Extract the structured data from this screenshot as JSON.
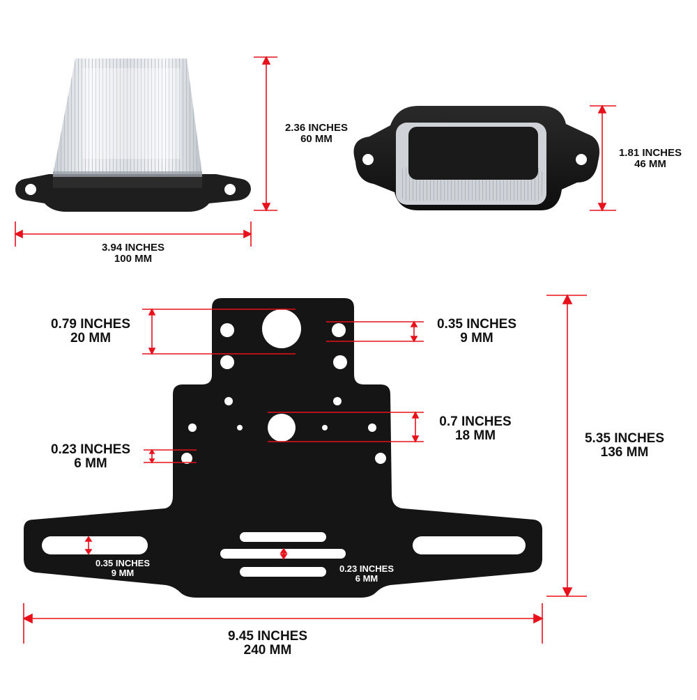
{
  "colors": {
    "dimension_line": "#e8101b",
    "plate": "#151515",
    "lamp_base": "#1c1c1c",
    "lens": "#e9ecef",
    "background": "#ffffff"
  },
  "lamp_front": {
    "width_label": {
      "inches": "3.94 INCHES",
      "mm": "100 MM"
    },
    "height_label": {
      "inches": "2.36 INCHES",
      "mm": "60 MM"
    }
  },
  "lamp_top": {
    "height_label": {
      "inches": "1.81 INCHES",
      "mm": "46 MM"
    }
  },
  "bracket": {
    "top_hole_spacing": {
      "inches": "0.79 INCHES",
      "mm": "20 MM"
    },
    "right_hole_spacing": {
      "inches": "0.35 INCHES",
      "mm": "9 MM"
    },
    "center_hole": {
      "inches": "0.7 INCHES",
      "mm": "18 MM"
    },
    "small_hole": {
      "inches": "0.23 INCHES",
      "mm": "6 MM"
    },
    "slot_left": {
      "inches": "0.35 INCHES",
      "mm": "9 MM"
    },
    "slot_center": {
      "inches": "0.23 INCHES",
      "mm": "6 MM"
    },
    "overall_height": {
      "inches": "5.35 INCHES",
      "mm": "136 MM"
    },
    "overall_width": {
      "inches": "9.45 INCHES",
      "mm": "240 MM"
    }
  }
}
